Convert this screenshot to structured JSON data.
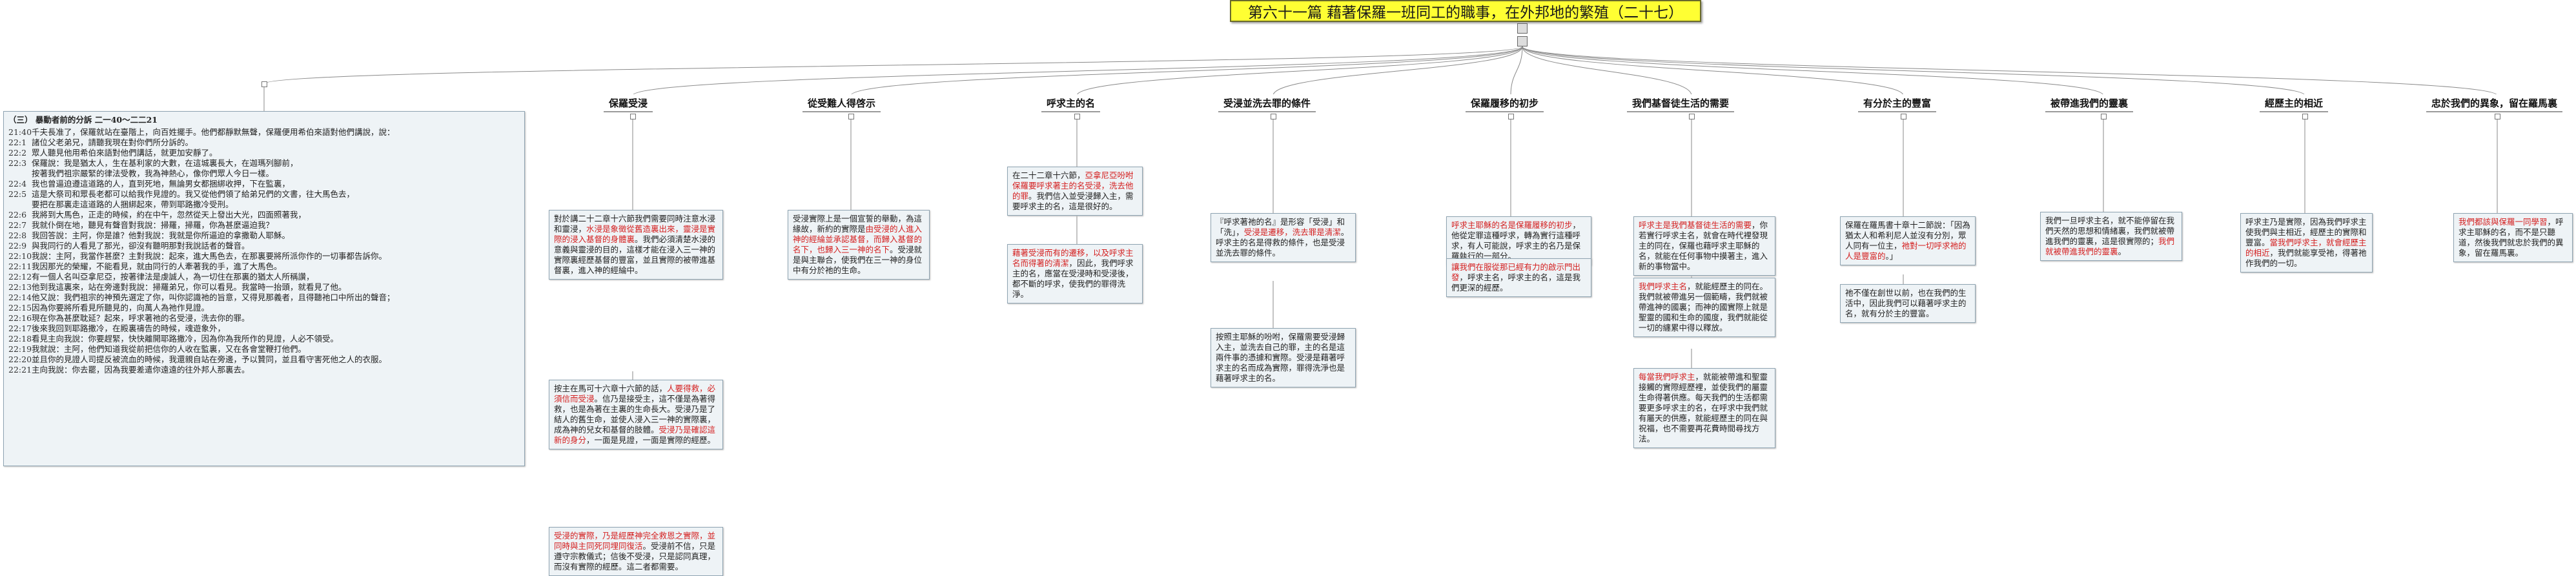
{
  "root": {
    "title": "第六十一篇 藉著保羅一班同工的職事，在外邦地的繁殖（二十七）"
  },
  "scripture": {
    "header": "（三） 暴動者前的分訴 二一40～二二21",
    "verses": [
      {
        "ref": "21:40",
        "text": "千夫長准了，保羅就站在臺階上，向百姓擺手。他們都靜默無聲，保羅便用希伯來語對他們講說，說："
      },
      {
        "ref": "22:1",
        "text": "諸位父老弟兄，請聽我現在對你們所分訴的。"
      },
      {
        "ref": "22:2",
        "text": "眾人聽見他用希伯來語對他們講話，就更加安靜了。"
      },
      {
        "ref": "22:3",
        "text": "保羅說：我是猶太人，生在基利家的大數，在這城裏長大，在迦瑪列腳前，"
      },
      {
        "ref": "",
        "text": "按著我們祖宗嚴緊的律法受教，我為神熱心，像你們眾人今日一樣。"
      },
      {
        "ref": "22:4",
        "text": "我也曾逼迫遵這道路的人，直到死地，無論男女都捆綁收押，下在監裏，"
      },
      {
        "ref": "22:5",
        "text": "這是大祭司和眾長老都可以給我作見證的。我又從他們領了給弟兄們的文書，往大馬色去，"
      },
      {
        "ref": "",
        "text": "要把在那裏走這道路的人捆綁起來，帶到耶路撒冷受刑。"
      },
      {
        "ref": "22:6",
        "text": "我將到大馬色，正走的時候，約在中午，忽然從天上發出大光，四面照著我，"
      },
      {
        "ref": "22:7",
        "text": "我就仆倒在地，聽見有聲音對我說：掃羅，掃羅，你為甚麼逼迫我？"
      },
      {
        "ref": "22:8",
        "text": "我回答說：主阿，你是誰？他對我說：我就是你所逼迫的拿撒勒人耶穌。"
      },
      {
        "ref": "22:9",
        "text": "與我同行的人看見了那光，卻沒有聽明那對我說話者的聲音。"
      },
      {
        "ref": "22:10",
        "text": "我說：主阿，我當作甚麼？主對我說：起來，進大馬色去，在那裏要將所派你作的一切事都告訴你。"
      },
      {
        "ref": "22:11",
        "text": "我因那光的榮耀，不能看見，就由同行的人牽著我的手，進了大馬色。"
      },
      {
        "ref": "22:12",
        "text": "有一個人名叫亞拿尼亞，按著律法是虔誠人，為一切住在那裏的猶太人所稱讚，"
      },
      {
        "ref": "22:13",
        "text": "他到我這裏來，站在旁邊對我說：掃羅弟兄，你可以看見。我當時一抬頭，就看見了他。"
      },
      {
        "ref": "22:14",
        "text": "他又說：我們祖宗的神預先選定了你，叫你認識祂的旨意，又得見那義者，且得聽祂口中所出的聲音；"
      },
      {
        "ref": "22:15",
        "text": "因為你要將所看見所聽見的，向萬人為祂作見證。"
      },
      {
        "ref": "22:16",
        "text": "現在你為甚麼耽延？起來，呼求著祂的名受浸，洗去你的罪。"
      },
      {
        "ref": "22:17",
        "text": "後來我回到耶路撒冷，在殿裏禱告的時候，魂遊象外，"
      },
      {
        "ref": "22:18",
        "text": "看見主向我說：你要趕緊，快快離開耶路撒冷，因為你為我所作的見證，人必不領受。"
      },
      {
        "ref": "22:19",
        "text": "我就說：主阿，他們知道我從前把信你的人收在監裏，又在各會堂鞭打他們。"
      },
      {
        "ref": "22:20",
        "text": "並且你的見證人司提反被流血的時候，我還親自站在旁邊，予以贊同，並且看守害死他之人的衣服。"
      },
      {
        "ref": "22:21",
        "text": "主向我說：你去罷，因為我要差遣你遠遠的往外邦人那裏去。"
      }
    ]
  },
  "topics": [
    {
      "label": "保羅受浸",
      "notes": [
        {
          "segs": [
            [
              "black",
              "對於講二十二章十六節我們需要同時注意水浸和靈浸，"
            ],
            [
              "red",
              "水浸是象徵從舊造裏出來，靈浸是實際的浸入基督的身體裏"
            ],
            [
              "black",
              "。我們必須清楚水浸的意義與靈浸的目的，這樣才能在浸入三一神的實際裏經歷基督的豐富，並且實際的被帶進基督裏，進入神的經綸中。"
            ]
          ]
        },
        {
          "segs": [
            [
              "black",
              "按主在馬可十六章十六節的話，"
            ],
            [
              "red",
              "人要得救，必須信而受浸"
            ],
            [
              "black",
              "。信乃是接受主，這不僅是為著得救，也是為著在主裏的生命長大。受浸乃是了結人的舊生命，並使人浸入三一神的實際裏，成為神的兒女和基督的肢體。"
            ],
            [
              "red",
              "受浸乃是確認這新的身分"
            ],
            [
              "black",
              "，一面是見證，一面是實際的經歷。"
            ]
          ]
        },
        {
          "segs": [
            [
              "red",
              "受浸的實際，乃是經歷神完全救恩之實際，並同時與主同死同埋同復活"
            ],
            [
              "black",
              "。受浸前不信，只是遵守宗教儀式；信後不受浸，只是認同真理，而沒有實際的經歷。這二者都需要。"
            ]
          ]
        }
      ]
    },
    {
      "label": "從受難人得啓示",
      "notes": [
        {
          "segs": [
            [
              "black",
              "受浸實際上是一個宣誓的舉動，為這緣故，新約的實際是"
            ],
            [
              "red",
              "由受浸的人進入神的經綸並承認基督，而歸入基督的名下，也歸入三一神的名下"
            ],
            [
              "black",
              "。受浸就是與主聯合，使我們在三一神的身位中有分於祂的生命。"
            ]
          ]
        }
      ]
    },
    {
      "label": "呼求主的名",
      "notes": [
        {
          "segs": [
            [
              "black",
              "在二十二章十六節，"
            ],
            [
              "red",
              "亞拿尼亞吩咐保羅要呼求著主的名受浸，洗去他的罪"
            ],
            [
              "black",
              "。我們信入並受浸歸入主，需要呼求主的名，這是很好的。"
            ]
          ]
        },
        {
          "segs": [
            [
              "red",
              "藉著受浸而有的遷移，以及呼求主名而得著的清潔"
            ],
            [
              "black",
              "，因此，我們呼求主的名，應當在受浸時和受浸後，都不斷的呼求，使我們的罪得洗淨。"
            ]
          ]
        }
      ]
    },
    {
      "label": "受浸並洗去罪的條件",
      "notes": [
        {
          "segs": [
            [
              "black",
              "『呼求著祂的名』是形容「受浸」和「洗」，"
            ],
            [
              "red",
              "受浸是遷移，洗去罪是清潔"
            ],
            [
              "black",
              "。呼求主的名是得救的條件，也是受浸並洗去罪的條件。"
            ]
          ]
        },
        {
          "segs": [
            [
              "black",
              "按照主耶穌的吩咐，保羅需要受浸歸入主，並洗去自己的罪，主的名是這兩件事的憑據和實際。受浸是藉著呼求主的名而成為實際，罪得洗淨也是藉著呼求主的名。"
            ]
          ]
        }
      ]
    },
    {
      "label": "保羅履移的初步",
      "notes": [
        {
          "segs": [
            [
              "red",
              "呼求主耶穌的名是保羅履移的初步"
            ],
            [
              "black",
              "，他從定罪這種呼求，轉為實行這種呼求，有人可能說，呼求主的名乃是保羅執行的一部分。"
            ]
          ]
        },
        {
          "segs": [
            [
              "red",
              "讓我們在服從那已經有力的啟示門出發"
            ],
            [
              "black",
              "，呼求主名，呼求主的名，這是我們更深的經歷。"
            ]
          ]
        }
      ]
    },
    {
      "label": "我們基督徒生活的需要",
      "notes": [
        {
          "segs": [
            [
              "red",
              "呼求主是我們基督徒生活的需要"
            ],
            [
              "black",
              "，你若實行呼求主名，就會在時代裡發現主的同在，保羅也藉呼求主耶穌的名，就能在任何事物中摸著主，進入新的事物當中。"
            ]
          ]
        },
        {
          "segs": [
            [
              "red",
              "我們呼求主名"
            ],
            [
              "black",
              "，就能經歷主的同在。我們就被帶進另一個範疇，我們就被帶進神的國裏；而神的國實際上就是聖靈的國和生命的國度，我們就能從一切的纏累中得以釋放。"
            ]
          ]
        },
        {
          "segs": [
            [
              "red",
              "每當我們呼求主"
            ],
            [
              "black",
              "，就能被帶進和聖靈接觸的實際經歷裡，並使我們的屬靈生命得著供應。每天我們的生活都需要更多呼求主的名，在呼求中我們就有屬天的供應，就能經歷主的同在與祝福，也不需要再花費時間尋找方法。"
            ]
          ]
        }
      ]
    },
    {
      "label": "有分於主的豐富",
      "notes": [
        {
          "segs": [
            [
              "black",
              "保羅在羅馬書十章十二節說：「因為猶太人和希利尼人並沒有分別，眾人同有一位主，"
            ],
            [
              "red",
              "祂對一切呼求祂的人是豐富的"
            ],
            [
              "black",
              "。」"
            ]
          ]
        },
        {
          "segs": [
            [
              "black",
              "祂不僅在創世以前，也在我們的生活中，因此我們可以藉著呼求主的名，就有分於主的豐富。"
            ]
          ]
        }
      ]
    },
    {
      "label": "被帶進我們的靈裏",
      "notes": [
        {
          "segs": [
            [
              "black",
              "我們一旦呼求主名，就不能停留在我們天然的思想和情緒裏，我們就被帶進我們的靈裏，這是很實際的；"
            ],
            [
              "red",
              "我們就被帶進我們的靈裏"
            ],
            [
              "black",
              "。"
            ]
          ]
        }
      ]
    },
    {
      "label": "經歷主的相近",
      "notes": [
        {
          "segs": [
            [
              "black",
              "呼求主乃是實際，因為我們呼求主使我們與主相近，經歷主的實際和豐富。"
            ],
            [
              "red",
              "當我們呼求主，就會經歷主的相近"
            ],
            [
              "black",
              "，我們就能享受祂，得著祂作我們的一切。"
            ]
          ]
        }
      ]
    },
    {
      "label": "忠於我們的異象，留在羅馬裏",
      "notes": [
        {
          "segs": [
            [
              "red",
              "我們都該與保羅一同學習"
            ],
            [
              "black",
              "，呼求主耶穌的名，而不是只聽道，然後我們就忠於我們的異象，留在羅馬裏。"
            ]
          ]
        }
      ]
    }
  ]
}
